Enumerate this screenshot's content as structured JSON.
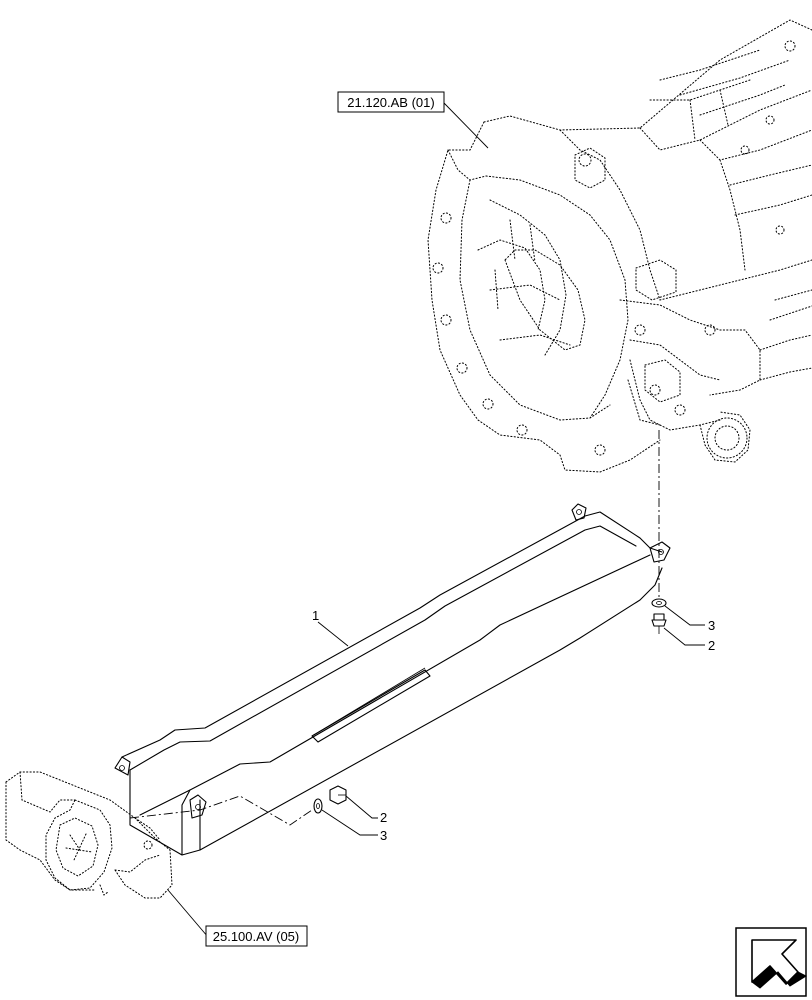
{
  "refs": {
    "transmission": "21.120.AB (01)",
    "axle": "25.100.AV (05)"
  },
  "items": {
    "shield": "1",
    "bolt_right": "2",
    "washer_right": "3",
    "bolt_left": "2",
    "washer_left": "3"
  },
  "icons": {
    "nav_arrow": "arrow-down-left-icon"
  }
}
